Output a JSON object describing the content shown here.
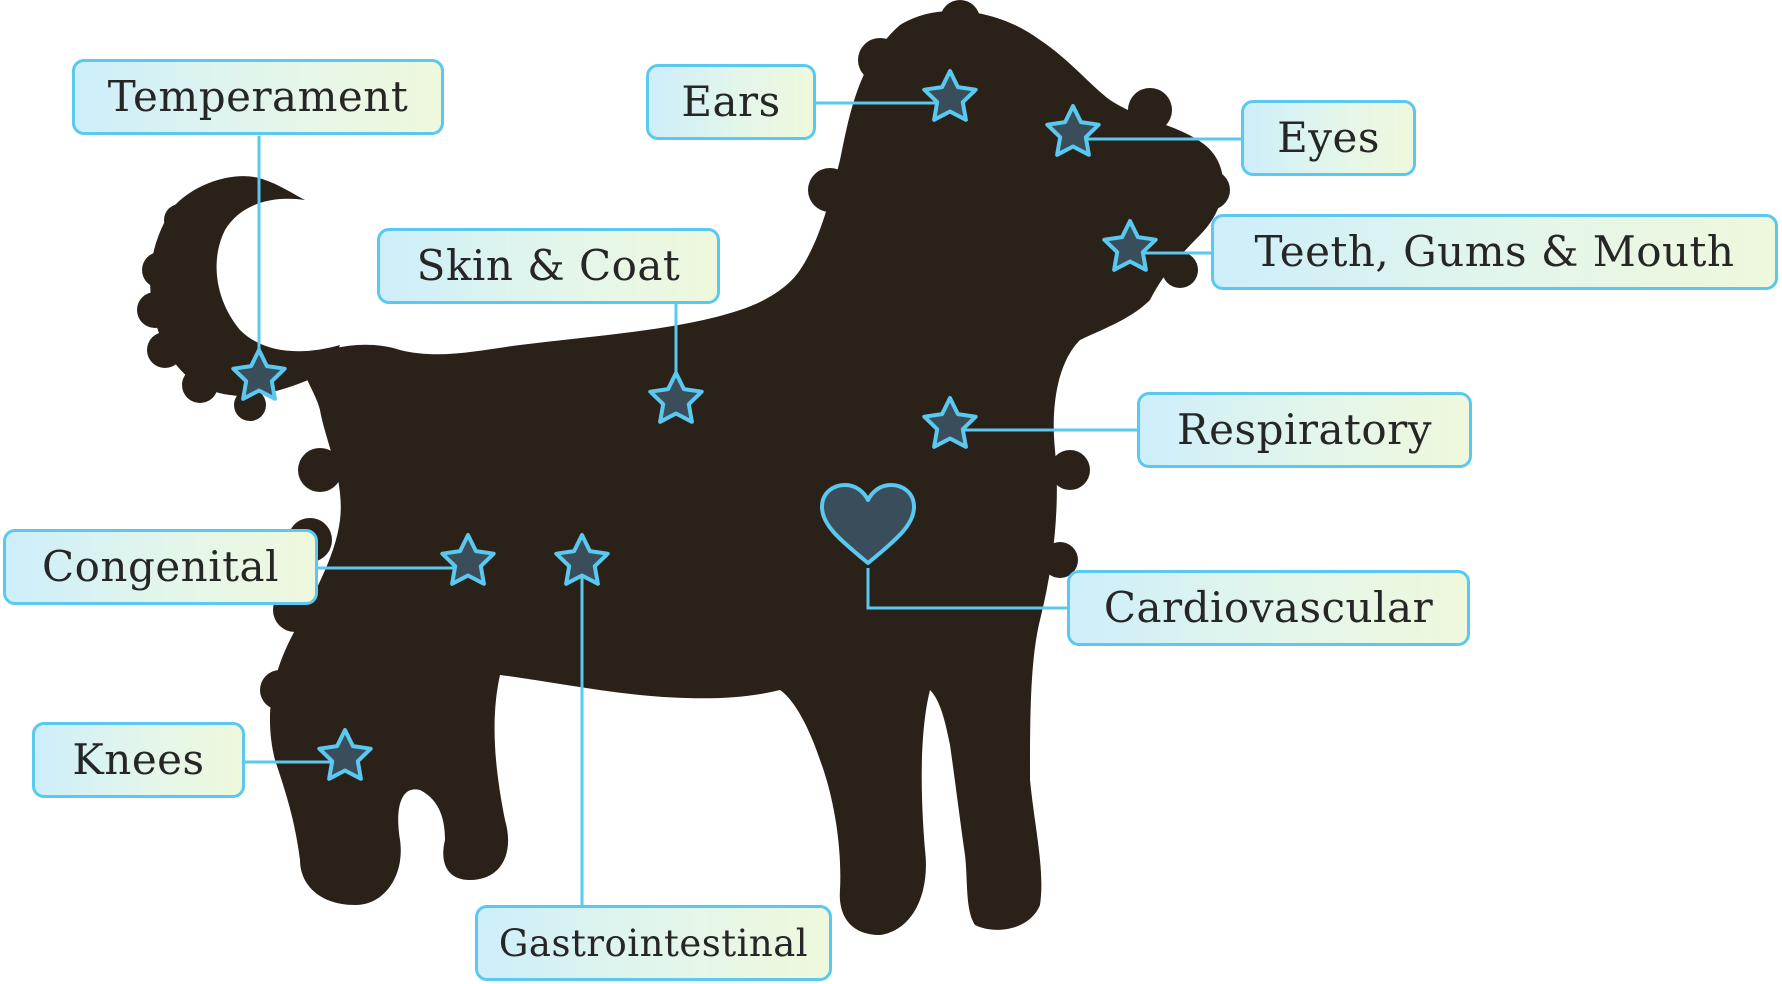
{
  "diagram": {
    "labels": {
      "temperament": "Temperament",
      "ears": "Ears",
      "eyes": "Eyes",
      "teeth": "Teeth, Gums & Mouth",
      "skin_coat": "Skin & Coat",
      "respiratory": "Respiratory",
      "congenital": "Congenital",
      "cardiovascular": "Cardiovascular",
      "knees": "Knees",
      "gastrointestinal": "Gastrointestinal"
    },
    "markers": {
      "star_icon": "star-icon",
      "heart_icon": "heart-icon"
    },
    "colors": {
      "silhouette": "#2a2119",
      "marker_fill": "#394e5a",
      "connector": "#5ac8ef",
      "label_border": "#5ac8ef",
      "label_gradient_start": "#cdeefa",
      "label_gradient_end": "#eef8dc",
      "text": "#262626"
    }
  }
}
